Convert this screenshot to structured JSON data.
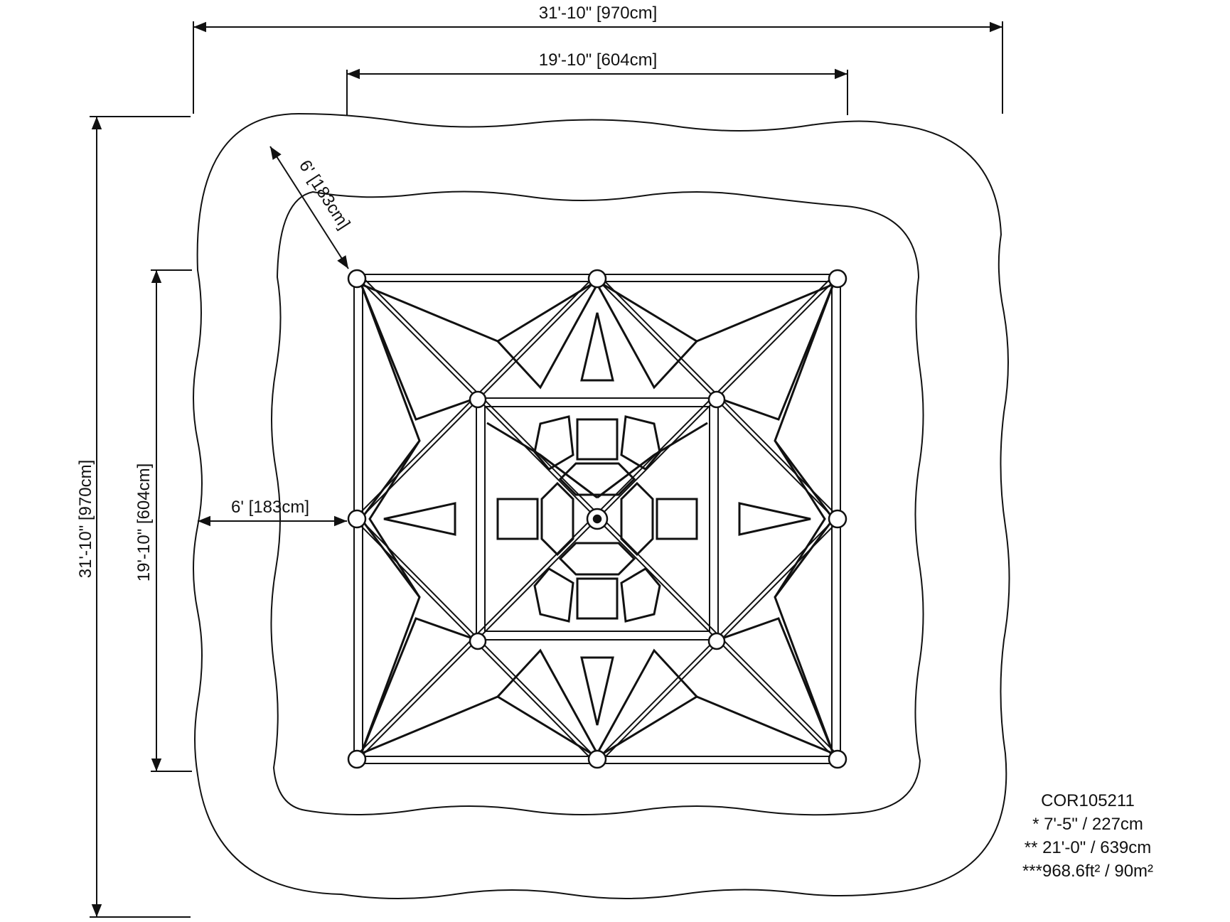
{
  "dimensions": {
    "overall_width": "31'-10\" [970cm]",
    "inner_width": "19'-10\" [604cm]",
    "overall_height": "31'-10\" [970cm]",
    "inner_height": "19'-10\" [604cm]",
    "diagonal_clearance": "6' [183cm]",
    "side_clearance": "6' [183cm]"
  },
  "info": {
    "model": "COR105211",
    "note_1": "* 7'-5\" / 227cm",
    "note_2": "** 21'-0\" / 639cm",
    "note_3": "***968.6ft² / 90m²"
  }
}
